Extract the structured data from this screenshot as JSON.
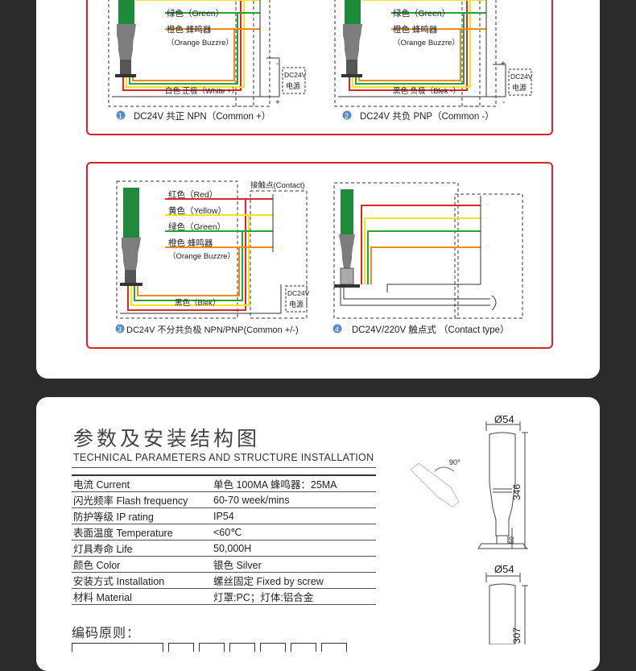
{
  "wiring": {
    "wire_colors": {
      "red": "#e0262c",
      "yellow": "#f2e51c",
      "green": "#27a33a",
      "orange": "#f08a1c",
      "panel_border": "#d8232a"
    },
    "panel_top": {
      "diagram1": {
        "labels": [
          "绿色（Green）",
          "橙色 蜂鸣器",
          "（Orange Buzzre）"
        ],
        "common_label": "白色 正极（White +）",
        "power_label": "DC24V",
        "power_cn": "电源",
        "minus": "-",
        "plus": "+",
        "number": "1",
        "caption": "DC24V 共正 NPN（Common +）"
      },
      "diagram2": {
        "labels": [
          "绿色（Green）",
          "橙色 蜂鸣器",
          "（Orange Buzzre）"
        ],
        "common_label": "黑色 负极（Blek -）",
        "power_label": "DC24V",
        "power_cn": "电源",
        "plus": "+",
        "minus": "-",
        "number": "2",
        "caption": "DC24V 共负 PNP（Common -）"
      }
    },
    "panel_bottom": {
      "diagram3": {
        "contact_label": "接触点(Contact)",
        "labels": [
          "红色（Red）",
          "黄色（Yellow）",
          "绿色（Green）",
          "橙色 蜂鸣器",
          "（Orange Buzzre）"
        ],
        "common_label": "黑色（Blek）",
        "power_label": "DC24V",
        "power_cn": "电源",
        "number": "3",
        "caption": "DC24V 不分共负极 NPN/PNP(Common +/-)"
      },
      "diagram4": {
        "number": "4",
        "caption": "DC24V/220V 触点式 （Contact type）"
      }
    }
  },
  "specs": {
    "title_cn": "参数及安装结构图",
    "title_en": "TECHNICAL PARAMETERS AND STRUCTURE INSTALLATION",
    "rows": [
      {
        "key": "电流 Current",
        "value": "单色 100MA 蜂鸣器：25MA"
      },
      {
        "key": "闪光频率 Flash frequency",
        "value": "60-70 week/mins"
      },
      {
        "key": "防护等级 IP rating",
        "value": "IP54"
      },
      {
        "key": "表面温度 Temperature",
        "value": "<60℃"
      },
      {
        "key": "灯具寿命 Life",
        "value": "50,000H"
      },
      {
        "key": "颜色 Color",
        "value": "银色 Silver"
      },
      {
        "key": "安装方式 Installation",
        "value": "螺丝固定 Fixed by screw"
      },
      {
        "key": "材料 Material",
        "value": "灯罩:PC；灯体:铝合金"
      }
    ],
    "coding_title": "编码原则："
  },
  "drawing": {
    "top": {
      "diameter": "Ø54",
      "height": "346",
      "base": "50",
      "angle": "90°"
    },
    "bottom": {
      "diameter": "Ø54",
      "height": "307"
    }
  }
}
